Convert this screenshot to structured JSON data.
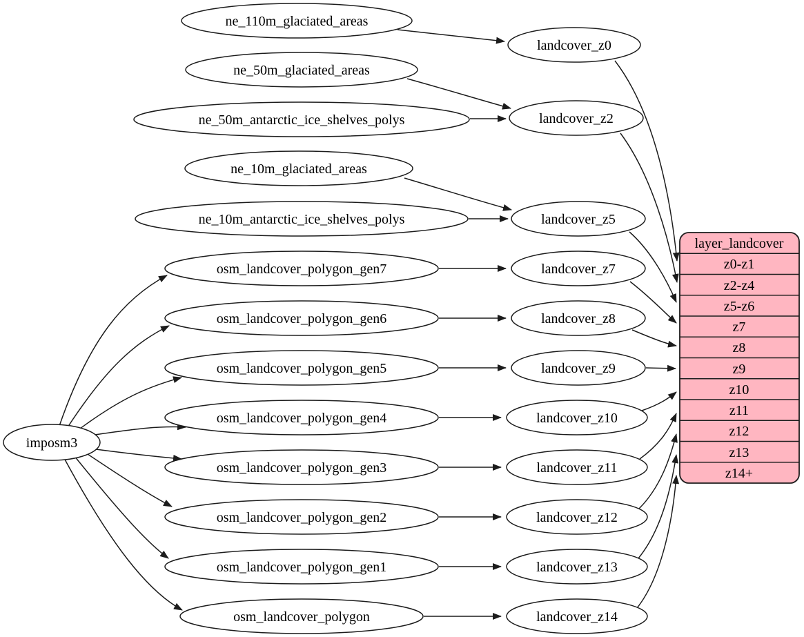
{
  "nodes": {
    "imposm3": "imposm3",
    "ne_110m_glaciated_areas": "ne_110m_glaciated_areas",
    "ne_50m_glaciated_areas": "ne_50m_glaciated_areas",
    "ne_50m_antarctic_ice_shelves_polys": "ne_50m_antarctic_ice_shelves_polys",
    "ne_10m_glaciated_areas": "ne_10m_glaciated_areas",
    "ne_10m_antarctic_ice_shelves_polys": "ne_10m_antarctic_ice_shelves_polys",
    "osm_landcover_polygon_gen7": "osm_landcover_polygon_gen7",
    "osm_landcover_polygon_gen6": "osm_landcover_polygon_gen6",
    "osm_landcover_polygon_gen5": "osm_landcover_polygon_gen5",
    "osm_landcover_polygon_gen4": "osm_landcover_polygon_gen4",
    "osm_landcover_polygon_gen3": "osm_landcover_polygon_gen3",
    "osm_landcover_polygon_gen2": "osm_landcover_polygon_gen2",
    "osm_landcover_polygon_gen1": "osm_landcover_polygon_gen1",
    "osm_landcover_polygon": "osm_landcover_polygon",
    "landcover_z0": "landcover_z0",
    "landcover_z2": "landcover_z2",
    "landcover_z5": "landcover_z5",
    "landcover_z7": "landcover_z7",
    "landcover_z8": "landcover_z8",
    "landcover_z9": "landcover_z9",
    "landcover_z10": "landcover_z10",
    "landcover_z11": "landcover_z11",
    "landcover_z12": "landcover_z12",
    "landcover_z13": "landcover_z13",
    "landcover_z14": "landcover_z14"
  },
  "table": {
    "title": "layer_landcover",
    "rows": [
      "z0-z1",
      "z2-z4",
      "z5-z6",
      "z7",
      "z8",
      "z9",
      "z10",
      "z11",
      "z12",
      "z13",
      "z14+"
    ]
  },
  "edges": [
    {
      "from": "ne_110m_glaciated_areas",
      "to": "landcover_z0"
    },
    {
      "from": "ne_50m_glaciated_areas",
      "to": "landcover_z2"
    },
    {
      "from": "ne_50m_antarctic_ice_shelves_polys",
      "to": "landcover_z2"
    },
    {
      "from": "ne_10m_glaciated_areas",
      "to": "landcover_z5"
    },
    {
      "from": "ne_10m_antarctic_ice_shelves_polys",
      "to": "landcover_z5"
    },
    {
      "from": "imposm3",
      "to": "osm_landcover_polygon_gen7"
    },
    {
      "from": "imposm3",
      "to": "osm_landcover_polygon_gen6"
    },
    {
      "from": "imposm3",
      "to": "osm_landcover_polygon_gen5"
    },
    {
      "from": "imposm3",
      "to": "osm_landcover_polygon_gen4"
    },
    {
      "from": "imposm3",
      "to": "osm_landcover_polygon_gen3"
    },
    {
      "from": "imposm3",
      "to": "osm_landcover_polygon_gen2"
    },
    {
      "from": "imposm3",
      "to": "osm_landcover_polygon_gen1"
    },
    {
      "from": "imposm3",
      "to": "osm_landcover_polygon"
    },
    {
      "from": "osm_landcover_polygon_gen7",
      "to": "landcover_z7"
    },
    {
      "from": "osm_landcover_polygon_gen6",
      "to": "landcover_z8"
    },
    {
      "from": "osm_landcover_polygon_gen5",
      "to": "landcover_z9"
    },
    {
      "from": "osm_landcover_polygon_gen4",
      "to": "landcover_z10"
    },
    {
      "from": "osm_landcover_polygon_gen3",
      "to": "landcover_z11"
    },
    {
      "from": "osm_landcover_polygon_gen2",
      "to": "landcover_z12"
    },
    {
      "from": "osm_landcover_polygon_gen1",
      "to": "landcover_z13"
    },
    {
      "from": "osm_landcover_polygon",
      "to": "landcover_z14"
    },
    {
      "from": "landcover_z0",
      "to": "layer_landcover.z0-z1"
    },
    {
      "from": "landcover_z2",
      "to": "layer_landcover.z2-z4"
    },
    {
      "from": "landcover_z5",
      "to": "layer_landcover.z5-z6"
    },
    {
      "from": "landcover_z7",
      "to": "layer_landcover.z7"
    },
    {
      "from": "landcover_z8",
      "to": "layer_landcover.z8"
    },
    {
      "from": "landcover_z9",
      "to": "layer_landcover.z9"
    },
    {
      "from": "landcover_z10",
      "to": "layer_landcover.z10"
    },
    {
      "from": "landcover_z11",
      "to": "layer_landcover.z11"
    },
    {
      "from": "landcover_z12",
      "to": "layer_landcover.z12"
    },
    {
      "from": "landcover_z13",
      "to": "layer_landcover.z13"
    },
    {
      "from": "landcover_z14",
      "to": "layer_landcover.z14+"
    }
  ],
  "colors": {
    "background": "#ffffff",
    "node_fill": "#ffffff",
    "table_fill": "#ffb6c1",
    "line": "#1c1c1c",
    "text": "#000000"
  }
}
